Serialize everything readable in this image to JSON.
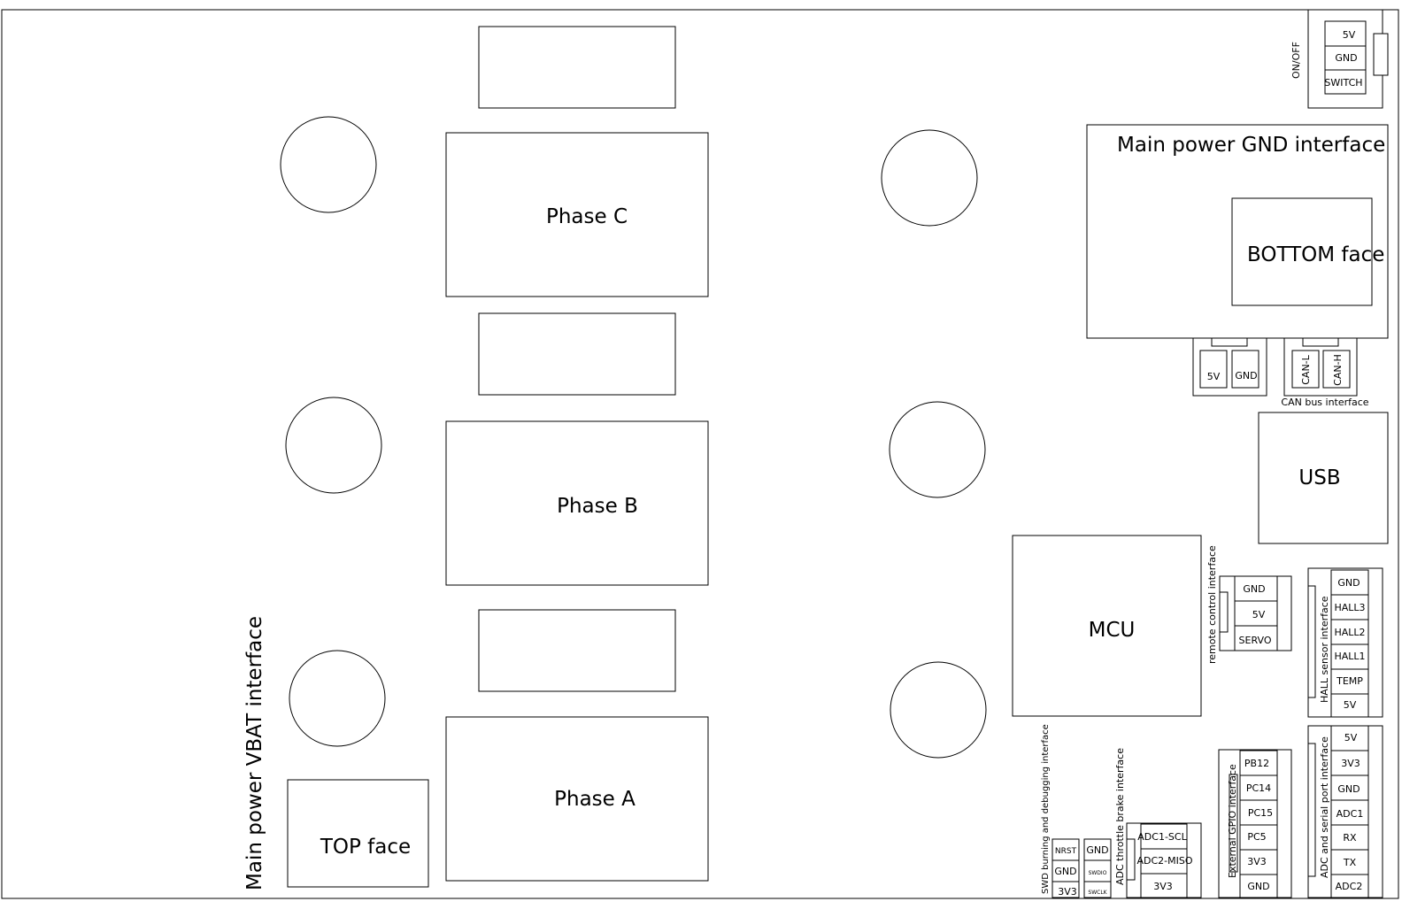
{
  "labels": {
    "phase_c": "Phase C",
    "phase_b": "Phase B",
    "phase_a": "Phase A",
    "top_face": "TOP face",
    "vbat_interface": "Main power VBAT interface",
    "gnd_interface": "Main power GND  interface",
    "bottom_face": "BOTTOM face",
    "usb": "USB",
    "mcu": "MCU",
    "on_off": "ON/OFF",
    "can_bus_interface": "CAN bus interface",
    "remote_control_interface": "remote control interface",
    "hall_sensor_interface": "HALL sensor interface",
    "adc_serial_interface": "ADC and serial port interface",
    "external_gpio_interface": "External GPIO interface",
    "adc_throttle_interface": "ADC throttle brake interface",
    "swd_interface": "SWD burning and debugging interface"
  },
  "pins": {
    "power_switch": [
      "5V",
      "GND",
      "SWITCH"
    ],
    "aux_power": [
      "5V",
      "GND"
    ],
    "can": [
      "CAN-L",
      "CAN-H"
    ],
    "remote": [
      "GND",
      "5V",
      "SERVO"
    ],
    "hall": [
      "GND",
      "HALL3",
      "HALL2",
      "HALL1",
      "TEMP",
      "5V"
    ],
    "adc_serial": [
      "5V",
      "3V3",
      "GND",
      "ADC1",
      "RX",
      "TX",
      "ADC2"
    ],
    "gpio": [
      "PB12",
      "PC14",
      "PC15",
      "PC5",
      "3V3",
      "GND"
    ],
    "throttle": [
      "ADC1-SCL",
      "ADC2-MISO",
      "3V3"
    ],
    "swd_left": [
      "NRST",
      "GND",
      "3V3"
    ],
    "swd_right": [
      "GND",
      "SWDIO",
      "SWCLK"
    ]
  }
}
